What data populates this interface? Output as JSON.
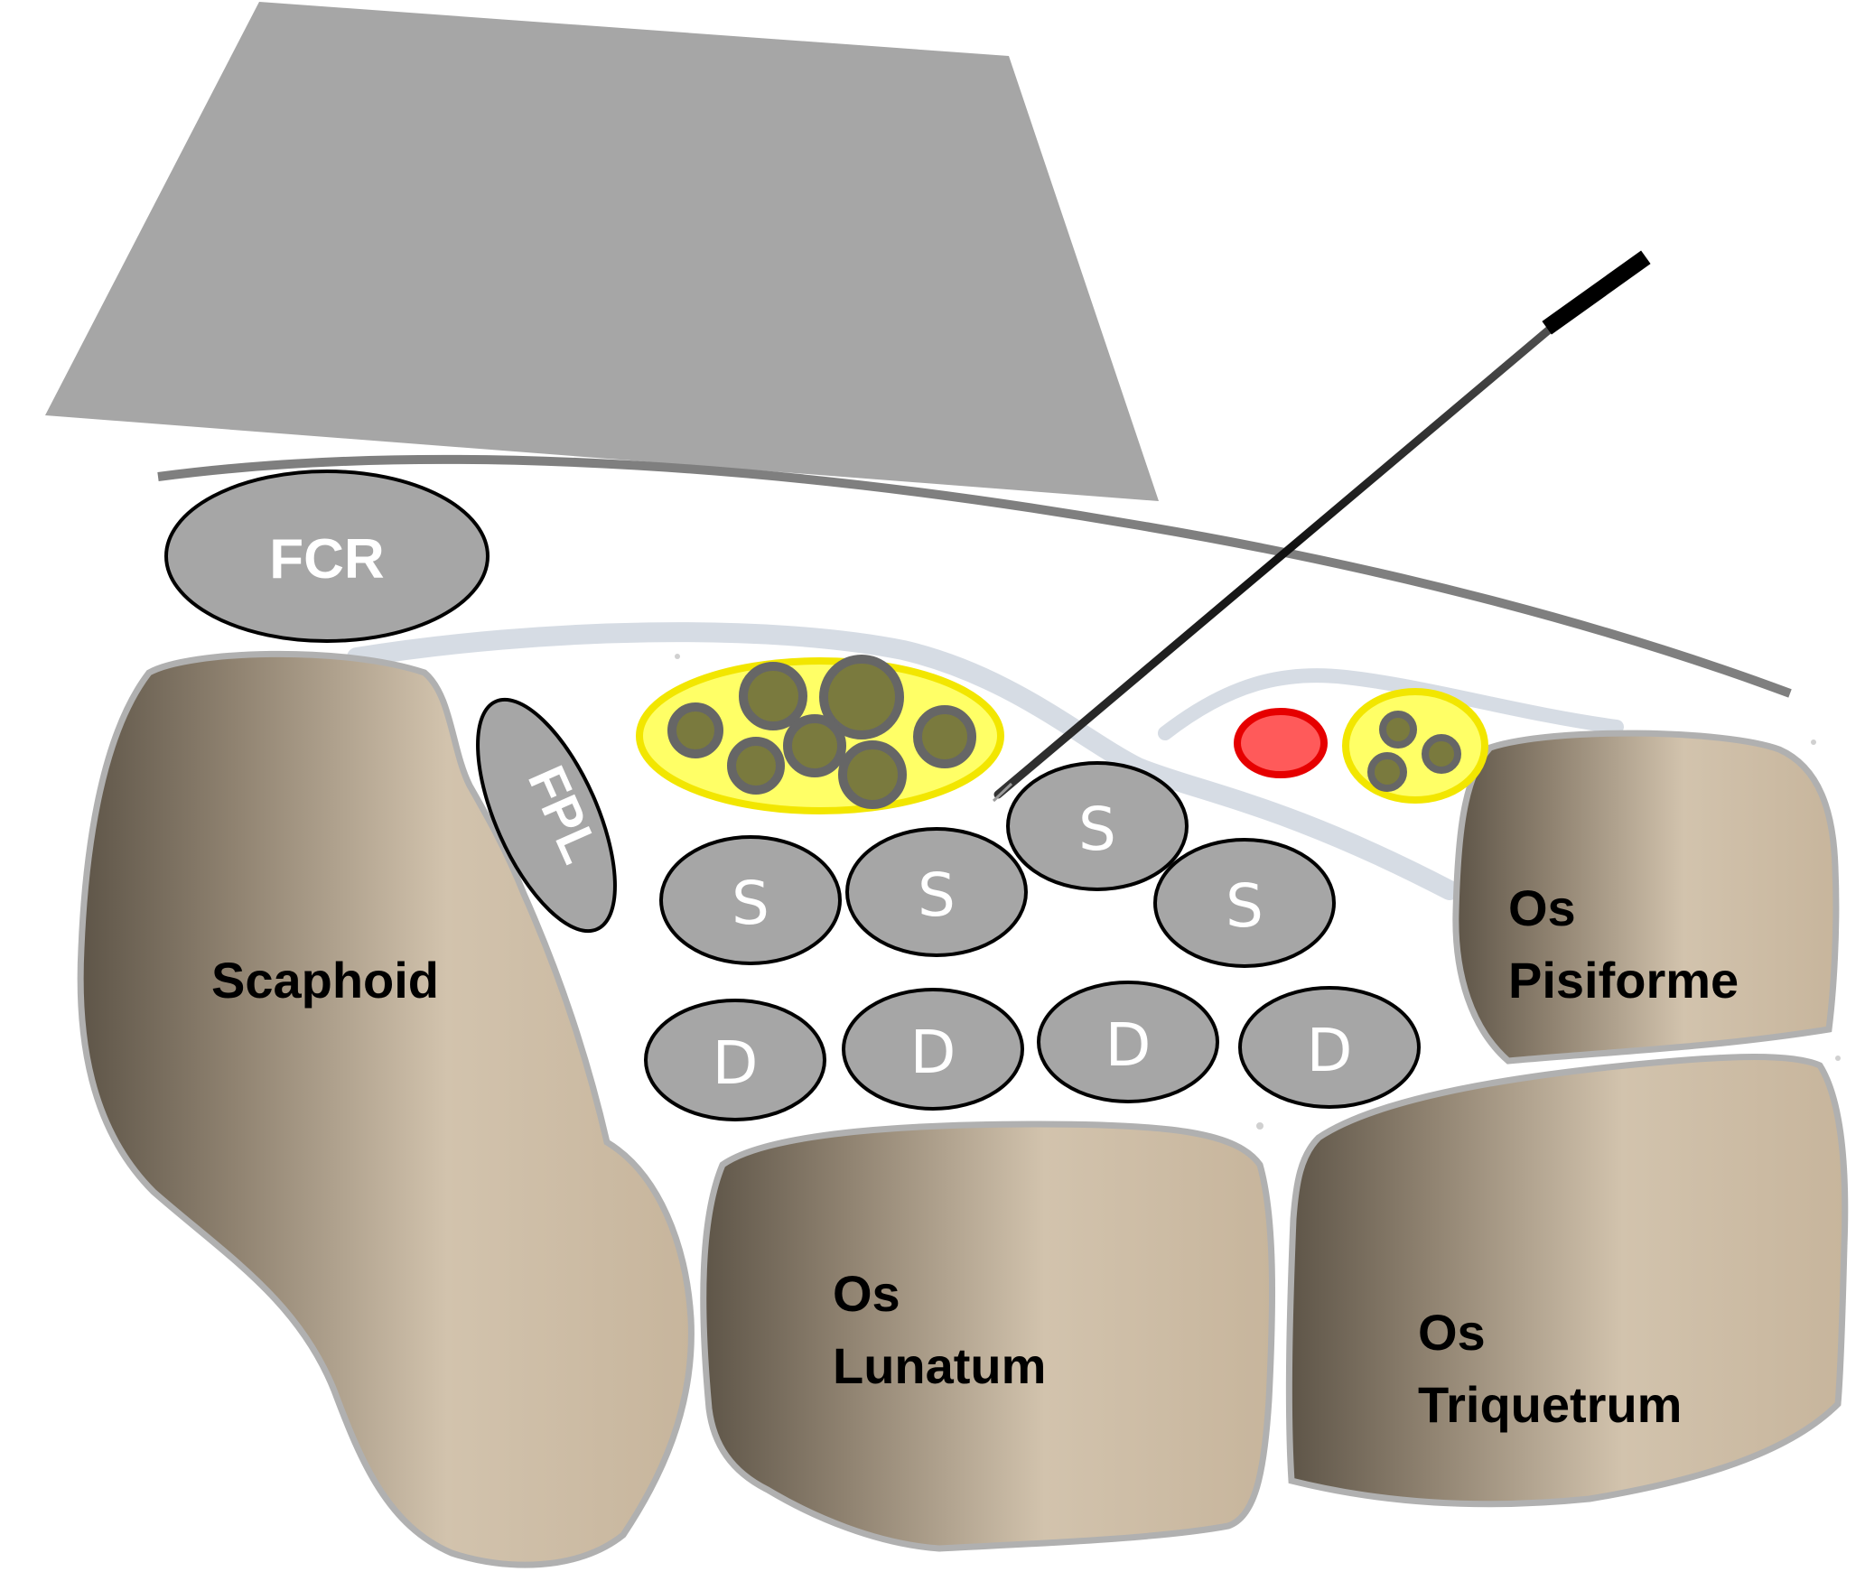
{
  "labels": {
    "fcr": "FCR",
    "fpl": "FPL",
    "scaphoid": "Scaphoid",
    "pisiforme_line1": "Os",
    "pisiforme_line2": "Pisiforme",
    "lunatum_line1": "Os",
    "lunatum_line2": "Lunatum",
    "triquetrum_line1": "Os",
    "triquetrum_line2": "Triquetrum",
    "superficial_tendons": [
      "S",
      "S",
      "S",
      "S"
    ],
    "deep_tendons": [
      "D",
      "D",
      "D",
      "D"
    ]
  },
  "colors": {
    "probe": "#a6a6a6",
    "bone_fill_light": "#d2c3ad",
    "bone_fill_dark": "#5e5548",
    "bone_stroke": "#b0b0b0",
    "tendon_fill": "#a6a6a6",
    "nerve_sheath": "#ffff66",
    "nerve_sheath_stroke": "#f2e600",
    "fascicle_fill": "#7a7a3e",
    "fascicle_stroke": "#666666",
    "artery_fill": "#ff5a5a",
    "artery_stroke": "#e60000",
    "retinaculum": "#d6dce4",
    "skin_line": "#7f7f7f",
    "needle": "#111111"
  }
}
